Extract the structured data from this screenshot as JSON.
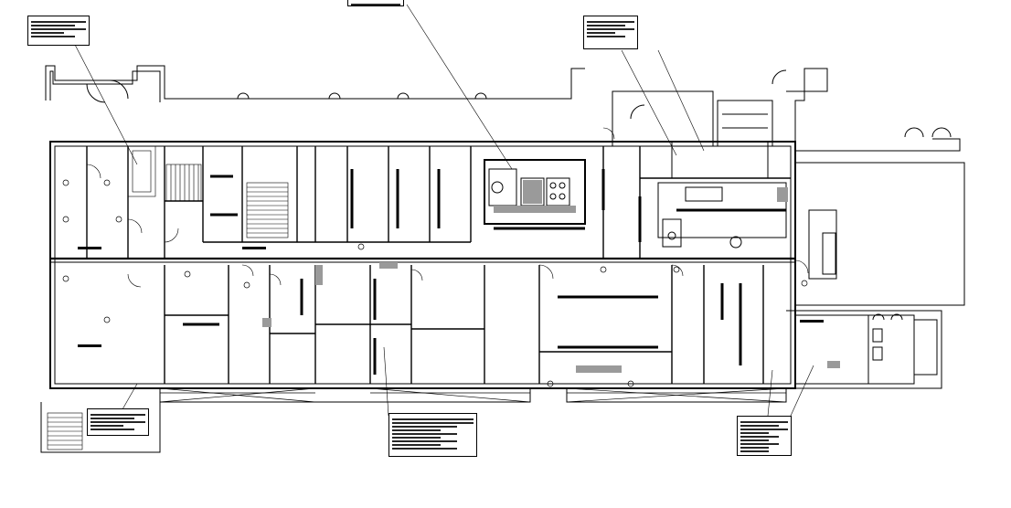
{
  "drawing": {
    "background": "#ffffff",
    "line_color": "#000000",
    "fill_gray": "#9a9a9a"
  },
  "callouts": [
    {
      "id": "top-left-note",
      "tag": "",
      "lines": 5
    },
    {
      "id": "top-center-note",
      "tag": "",
      "lines": 1
    },
    {
      "id": "top-right-note",
      "tag": "",
      "lines": 5
    },
    {
      "id": "bottom-left-note",
      "tag": "",
      "lines": 5
    },
    {
      "id": "bottom-center-note",
      "tag": "",
      "lines": 9
    },
    {
      "id": "bottom-right-note",
      "tag": "",
      "lines": 9
    }
  ]
}
